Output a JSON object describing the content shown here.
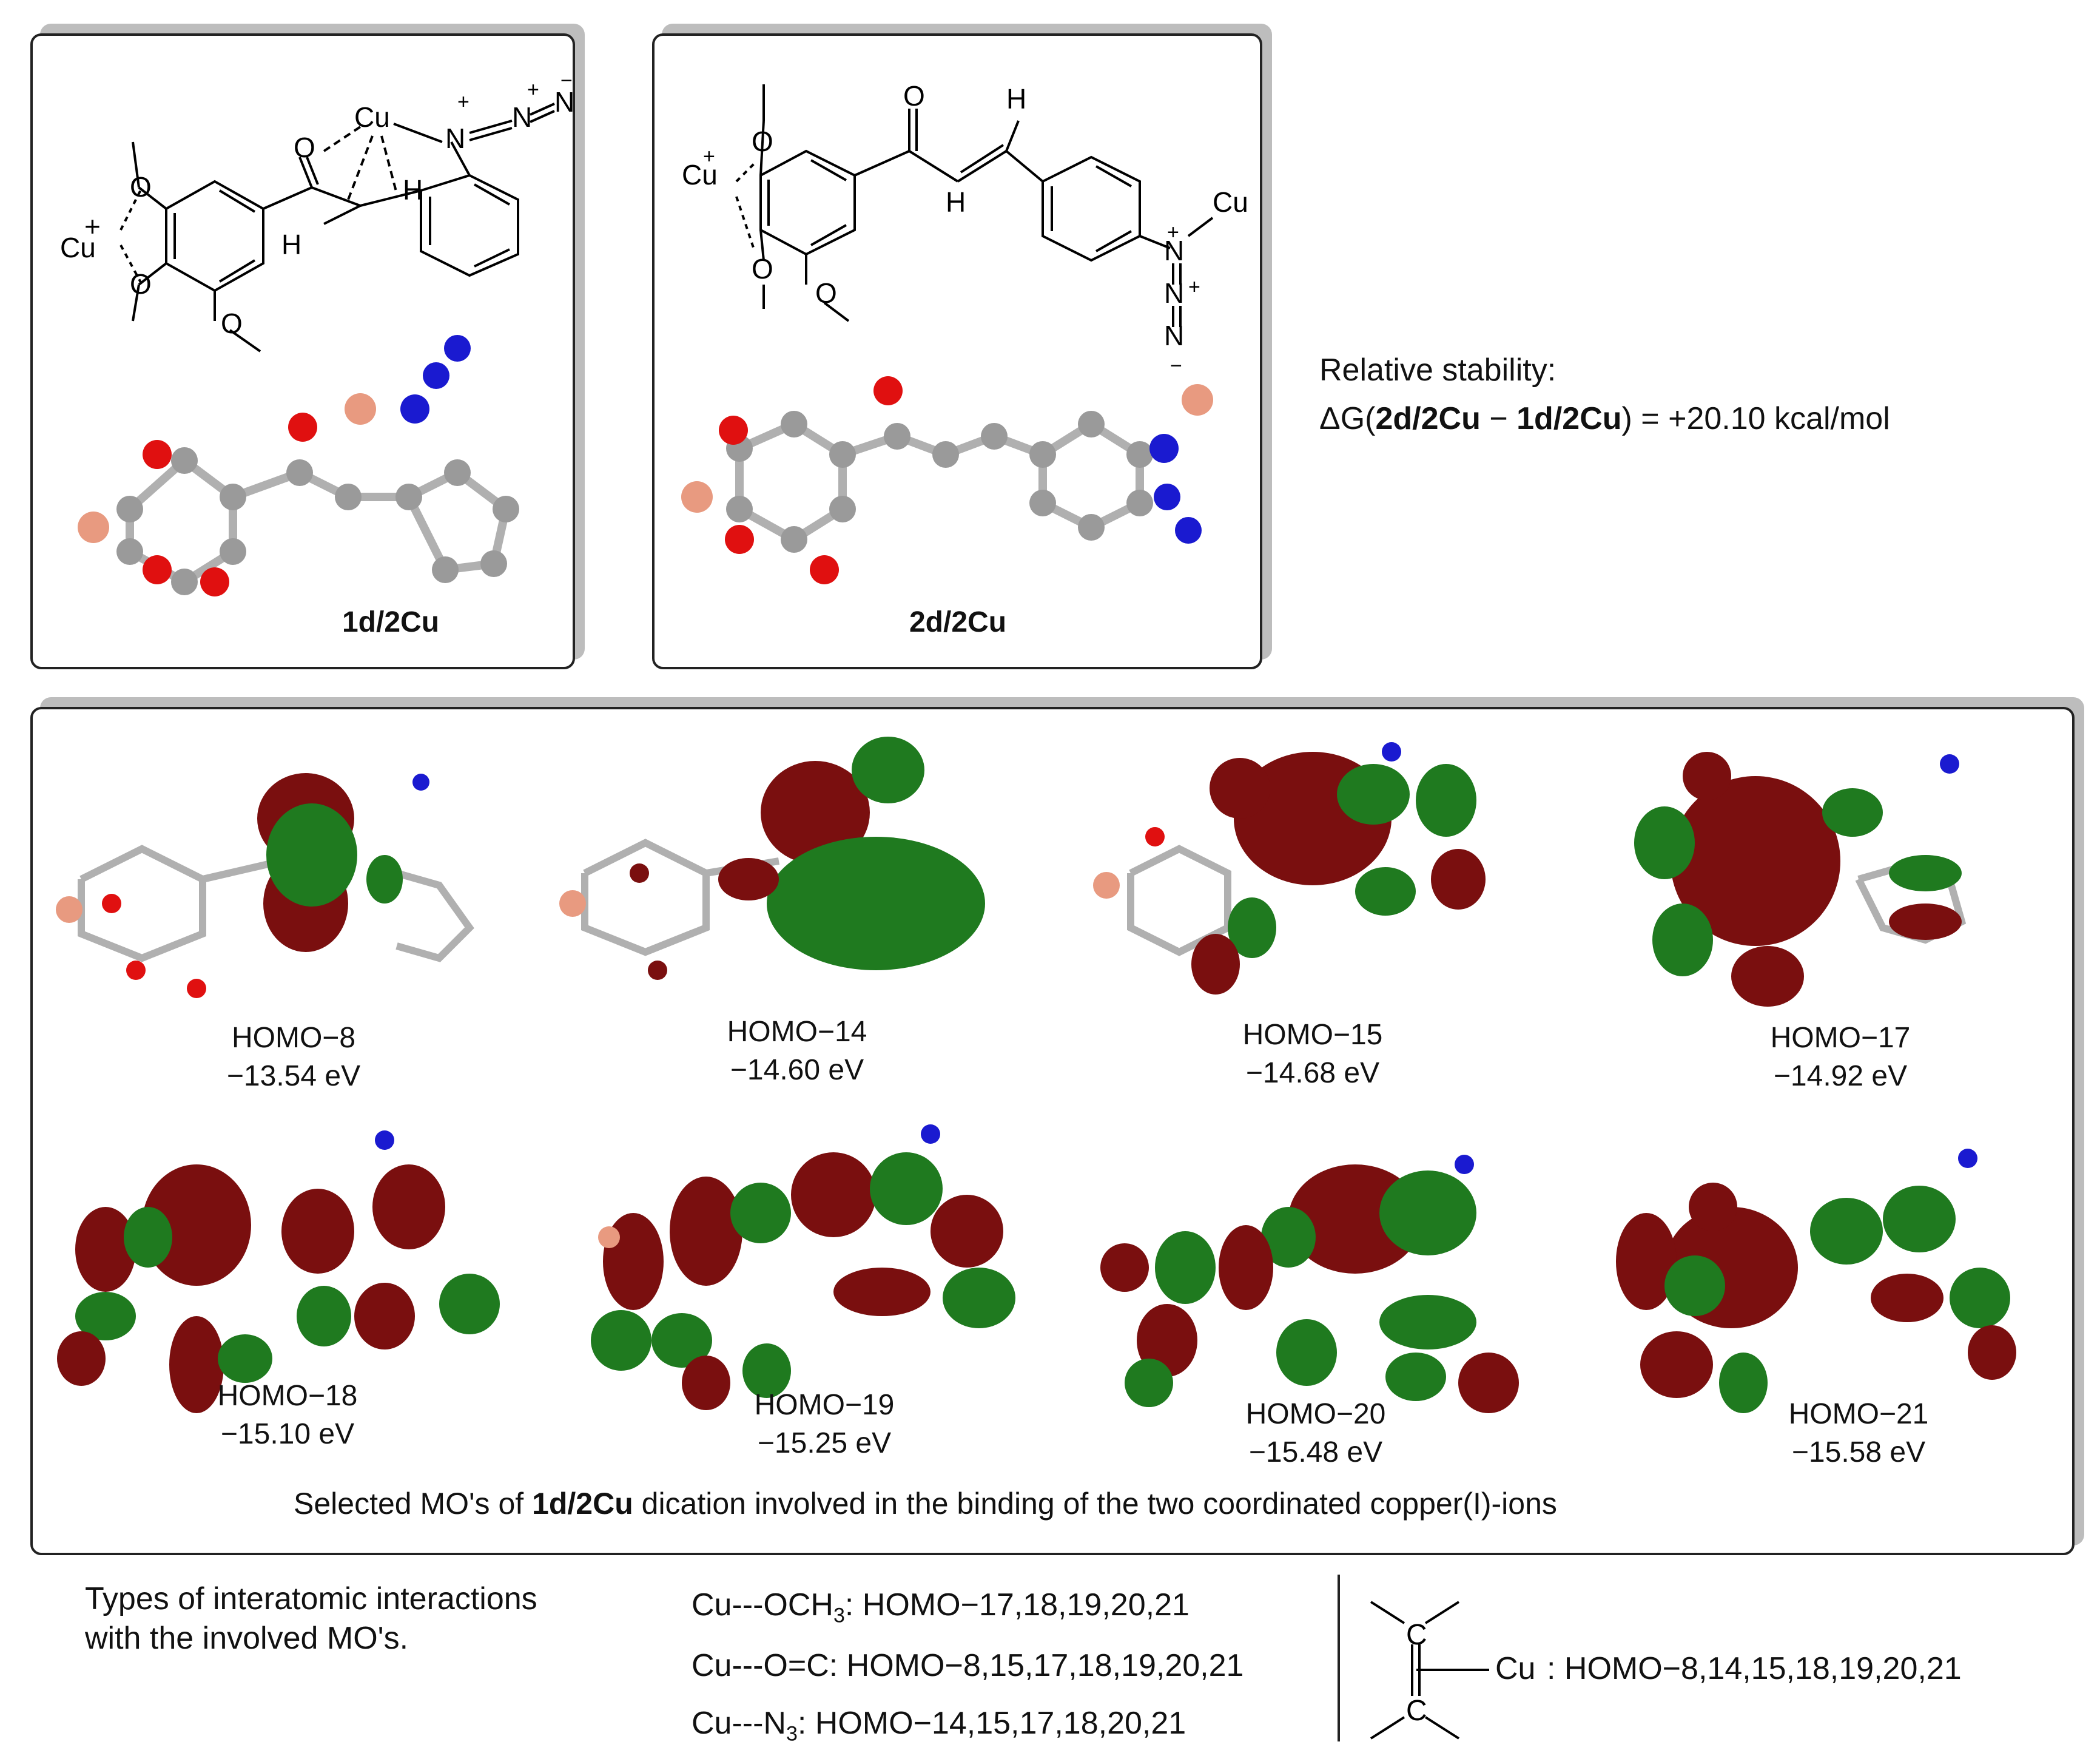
{
  "top": {
    "structures": [
      {
        "label": "1d/2Cu"
      },
      {
        "label": "2d/2Cu"
      }
    ],
    "stability": {
      "title": "Relative stability:",
      "delta": "ΔG(",
      "a": "2d/2Cu",
      "minus": " − ",
      "b": "1d/2Cu",
      "value": ") = +20.10 kcal/mol"
    }
  },
  "mos": [
    {
      "name": "HOMO−8",
      "energy": "−13.54 eV"
    },
    {
      "name": "HOMO−14",
      "energy": "−14.60 eV"
    },
    {
      "name": "HOMO−15",
      "energy": "−14.68 eV"
    },
    {
      "name": "HOMO−17",
      "energy": "−14.92 eV"
    },
    {
      "name": "HOMO−18",
      "energy": "−15.10 eV"
    },
    {
      "name": "HOMO−19",
      "energy": "−15.25 eV"
    },
    {
      "name": "HOMO−20",
      "energy": "−15.48 eV"
    },
    {
      "name": "HOMO−21",
      "energy": "−15.58 eV"
    }
  ],
  "caption": {
    "pre": "Selected MO's of ",
    "bold": "1d/2Cu",
    "post": " dication involved in the binding of the two coordinated copper(I)-ions"
  },
  "interactions": {
    "title_line1": "Types of interatomic interactions",
    "title_line2": "with the involved MO's.",
    "row1_pre": "Cu---OCH",
    "row1_sub": "3",
    "row1_post": ": HOMO−17,18,19,20,21",
    "row2": "Cu---O=C: HOMO−8,15,17,18,19,20,21",
    "row3_pre": "Cu---N",
    "row3_sub": "3",
    "row3_post": ": HOMO−14,15,17,18,20,21",
    "pi_label": "Cu",
    "pi_list": ": HOMO−8,14,15,18,19,20,21"
  },
  "colors": {
    "orbital_red": "#7a0f0f",
    "orbital_green": "#1f7a1f",
    "oxygen": "#e01010",
    "nitrogen": "#1a1ad0",
    "copper": "#e89a80",
    "carbon": "#9a9a9a"
  }
}
